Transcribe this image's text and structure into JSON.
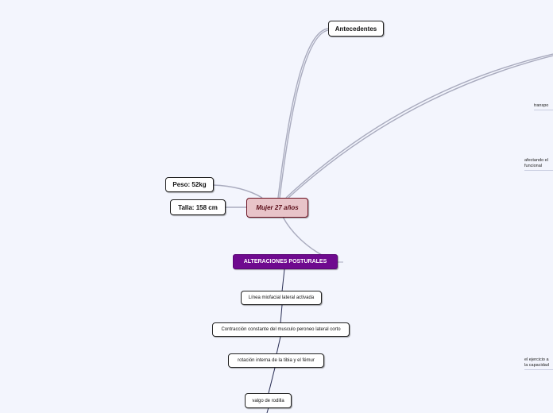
{
  "central": "Mujer 27 años",
  "branches": {
    "antecedentes": "Antecedentes",
    "peso": "Peso: 52kg",
    "talla": "Talla: 158 cm",
    "alteraciones": "ALTERACIONES POSTURALES"
  },
  "chain": [
    "Línea miofacial lateral activada",
    "Contracción constante del musculo peroneo lateral corto",
    "rotación interna de la tibia y el fémur",
    "valgo de rodilla"
  ],
  "edge_texts": {
    "t1": "transpo",
    "t2_line1": "afectando el",
    "t2_line2": "funcional",
    "t3_line1": "el ejercicio a",
    "t3_line2": "la capacidad"
  },
  "colors": {
    "background": "#f3f5fd",
    "central_fill": "#e8c4c9",
    "purple": "#6f0a8f",
    "link": "#a9abbe"
  }
}
